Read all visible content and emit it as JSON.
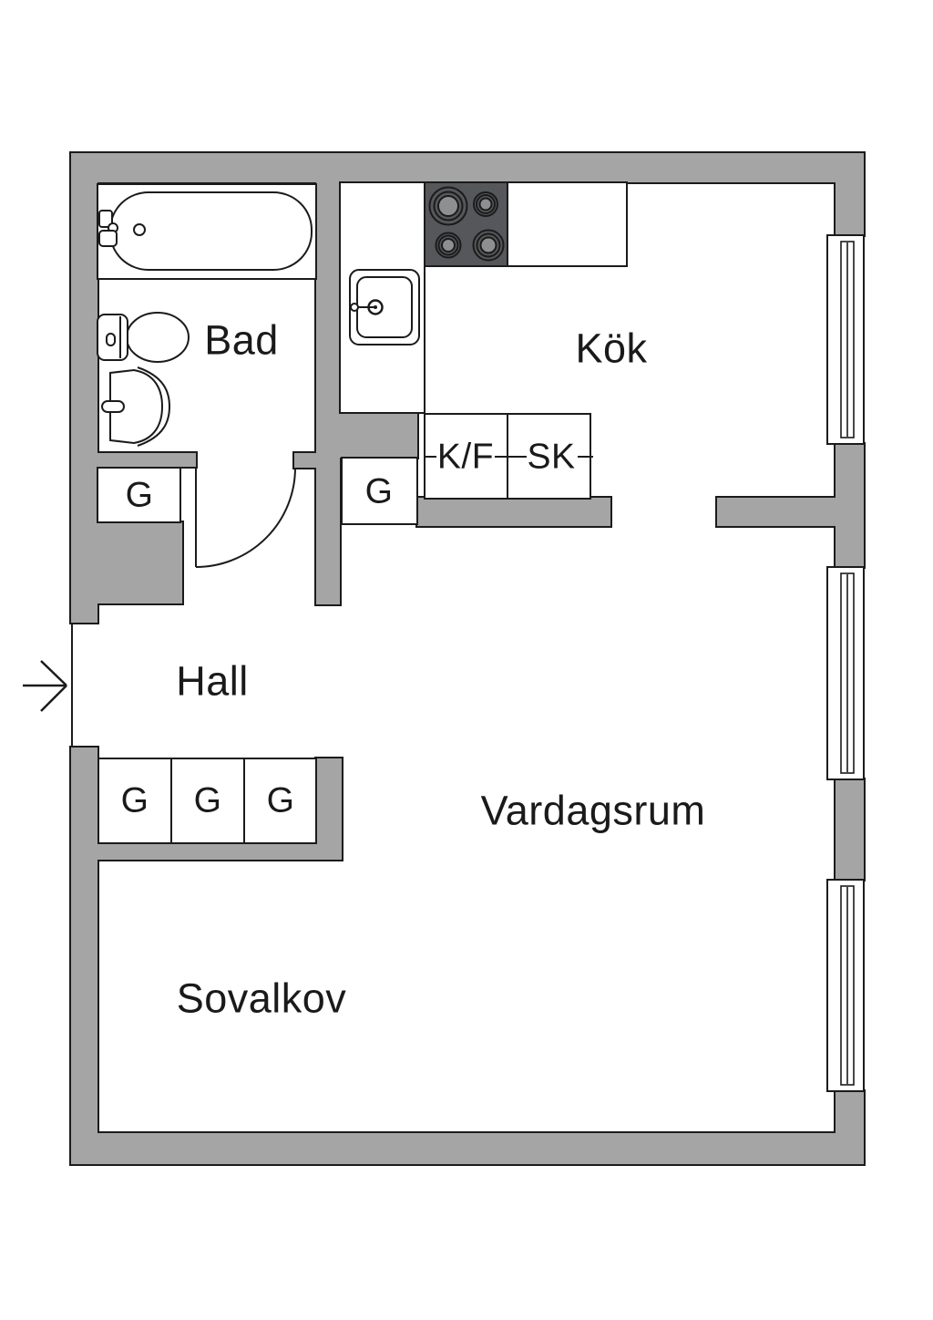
{
  "colors": {
    "wall": "#a5a5a5",
    "outline": "#1b1b1b",
    "floor": "#ffffff",
    "stove": "#56575a",
    "burner": "#8e8f91",
    "text": "#1a1a1a"
  },
  "labels": {
    "bathroom": "Bad",
    "kitchen": "Kök",
    "hall": "Hall",
    "living_room": "Vardagsrum",
    "sleeping_alcove": "Sovalkov",
    "fridge_freezer": "K/F",
    "cabinet": "SK",
    "wardrobe": "G"
  }
}
